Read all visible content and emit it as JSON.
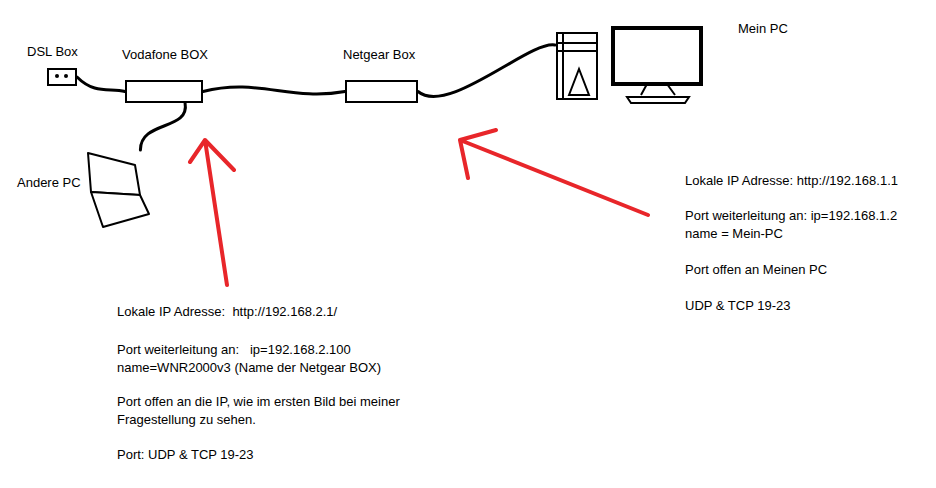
{
  "diagram": {
    "nodes": [
      {
        "text": [
          "DSL Box"
        ]
      },
      {
        "text": [
          "Vodafone BOX"
        ]
      },
      {
        "text": [
          "Netgear Box"
        ]
      },
      {
        "text": [
          "Mein PC"
        ]
      },
      {
        "text": [
          "Andere PC"
        ]
      }
    ],
    "edges": [
      {
        "from": 0,
        "to": 1,
        "arrow": "none"
      },
      {
        "from": 1,
        "to": 2,
        "arrow": "none"
      },
      {
        "from": 2,
        "to": 3,
        "arrow": "none"
      },
      {
        "from": 1,
        "to": 4,
        "arrow": "none"
      }
    ],
    "labels": [
      "Lokale IP Adresse:  http://192.168.2.1/",
      "Port weiterleitung an:   ip=192.168.2.100",
      "name=WNR2000v3 (Name der Netgear BOX)",
      "Port offen an die IP, wie im ersten Bild bei meiner Fragestellung zu sehen.",
      "Port: UDP & TCP 19-23",
      "Lokale IP Adresse: http://192.168.1.1",
      "Port weiterleitung an: ip=192.168.1.2",
      "name = Mein-PC",
      "Port offen an Meinen PC",
      "UDP & TCP 19-23"
    ]
  }
}
